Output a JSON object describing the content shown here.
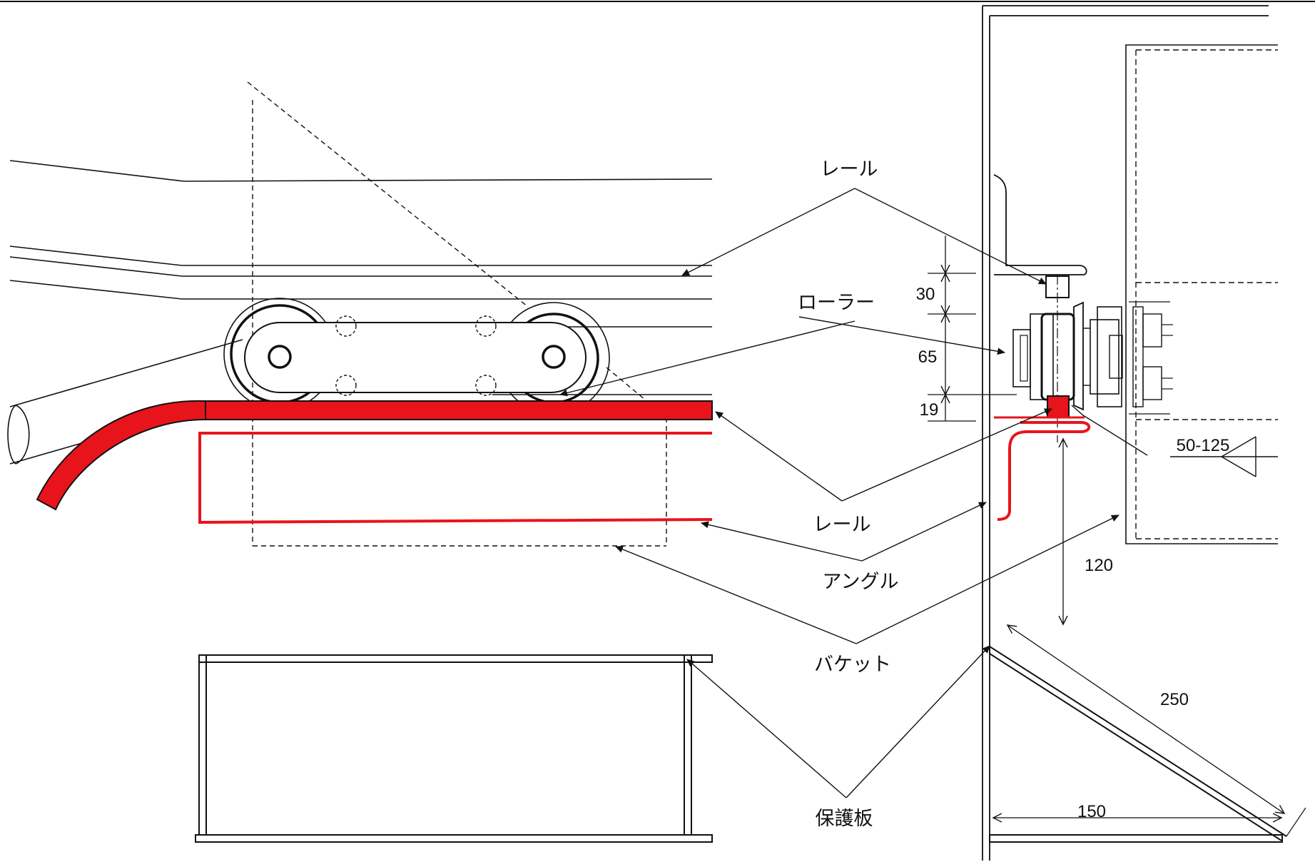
{
  "labels": {
    "rail_top": "レール",
    "roller": "ローラー",
    "rail_bottom": "レール",
    "angle": "アングル",
    "bucket": "バケット",
    "protect_plate": "保護板"
  },
  "dimensions": {
    "d30": "30",
    "d65": "65",
    "d19": "19",
    "d50_125": "50-125",
    "d120": "120",
    "d250": "250",
    "d150": "150"
  },
  "colors": {
    "highlight": "#e8141b",
    "line": "#111111"
  }
}
